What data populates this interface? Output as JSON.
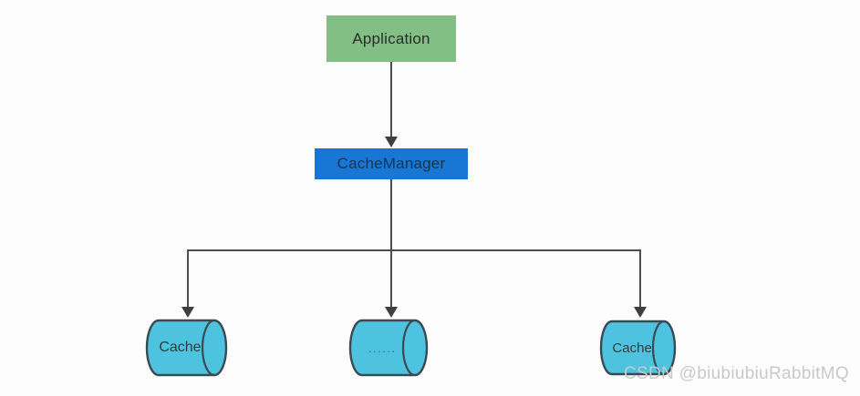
{
  "diagram": {
    "title": "Cache architecture diagram",
    "background": "#fdfdfd",
    "nodes": {
      "application": {
        "label": "Application",
        "color": "#82bf84",
        "text_color": "#2b2b2b"
      },
      "cache_manager": {
        "label": "CacheManager",
        "color": "#1877d4",
        "text_color": "#16344f"
      },
      "cache_left": {
        "label": "Cache",
        "color": "#4ec3e0",
        "stroke": "#3a4a52"
      },
      "cache_middle": {
        "label": "......",
        "color": "#4ec3e0",
        "stroke": "#3a4a52"
      },
      "cache_right": {
        "label": "Cache",
        "color": "#4ec3e0",
        "stroke": "#3a4a52"
      }
    },
    "edges": {
      "app_to_manager": {
        "from": "application",
        "to": "cache_manager",
        "style": "arrow",
        "color": "#4d4d4d"
      },
      "manager_to_caches": {
        "from": "cache_manager",
        "to": "cache_left, cache_middle, cache_right",
        "style": "arrow",
        "color": "#4d4d4d"
      }
    }
  },
  "watermark": {
    "text": "CSDN @biubiubiuRabbitMQ",
    "color": "#c9c9c9"
  }
}
